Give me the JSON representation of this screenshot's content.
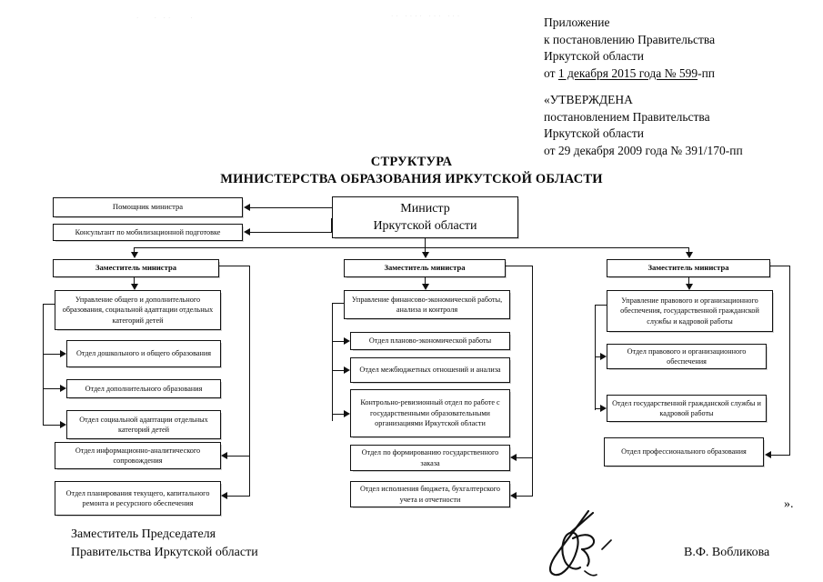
{
  "header": {
    "appendix": {
      "line1": "Приложение",
      "line2": "к постановлению Правительства",
      "line3": "Иркутской области",
      "line4_prefix": "от ",
      "line4_underlined": " 1 декабря 2015 года № 599",
      "line4_suffix": "-пп"
    },
    "approved": {
      "line1": "«УТВЕРЖДЕНА",
      "line2": "постановлением Правительства",
      "line3": "Иркутской области",
      "line4": "от 29 декабря 2009 года № 391/170-пп"
    }
  },
  "title": {
    "line1": "СТРУКТУРА",
    "line2": "МИНИСТЕРСТВА ОБРАЗОВАНИЯ ИРКУТСКОЙ ОБЛАСТИ"
  },
  "chart": {
    "minister": {
      "line1": "Министр",
      "line2": "Иркутской области"
    },
    "assistant": "Помощник министра",
    "consultant": "Консультант по мобилизационной подготовке",
    "deputy_left": "Заместитель министра",
    "deputy_center": "Заместитель министра",
    "deputy_right": "Заместитель министра",
    "left_branch": {
      "department": "Управление общего и дополнительного образования, социальной адаптации отдельных категорий детей",
      "units": [
        "Отдел дошкольного и общего образования",
        "Отдел дополнительного образования",
        "Отдел социальной адаптации отдельных категорий детей"
      ],
      "deputy_units": [
        "Отдел информационно-аналитического сопровождения",
        "Отдел планирования текущего, капитального ремонта и ресурсного обеспечения"
      ]
    },
    "center_branch": {
      "department": "Управление финансово-экономической работы, анализа и контроля",
      "units": [
        "Отдел планово-экономической работы",
        "Отдел межбюджетных отношений и анализа",
        "Контрольно-ревизионный отдел по работе с государственными образовательными организациями Иркутской области"
      ],
      "deputy_units": [
        "Отдел по формированию государственного заказа",
        "Отдел исполнения бюджета, бухгалтерского учета и отчетности"
      ]
    },
    "right_branch": {
      "department": "Управление правового и организационного обеспечения, государственной гражданской службы и кадровой работы",
      "units": [
        "Отдел правового и организационного обеспечения",
        "Отдел государственной гражданской службы и кадровой работы"
      ],
      "deputy_units": [
        "Отдел профессионального образования"
      ]
    }
  },
  "footer": {
    "signer_title_line1": "Заместитель Председателя",
    "signer_title_line2": "Правительства Иркутской области",
    "signer_name": "В.Ф. Вобликова",
    "closing_quote": "».",
    "signature_glyph": "handwritten-signature"
  }
}
